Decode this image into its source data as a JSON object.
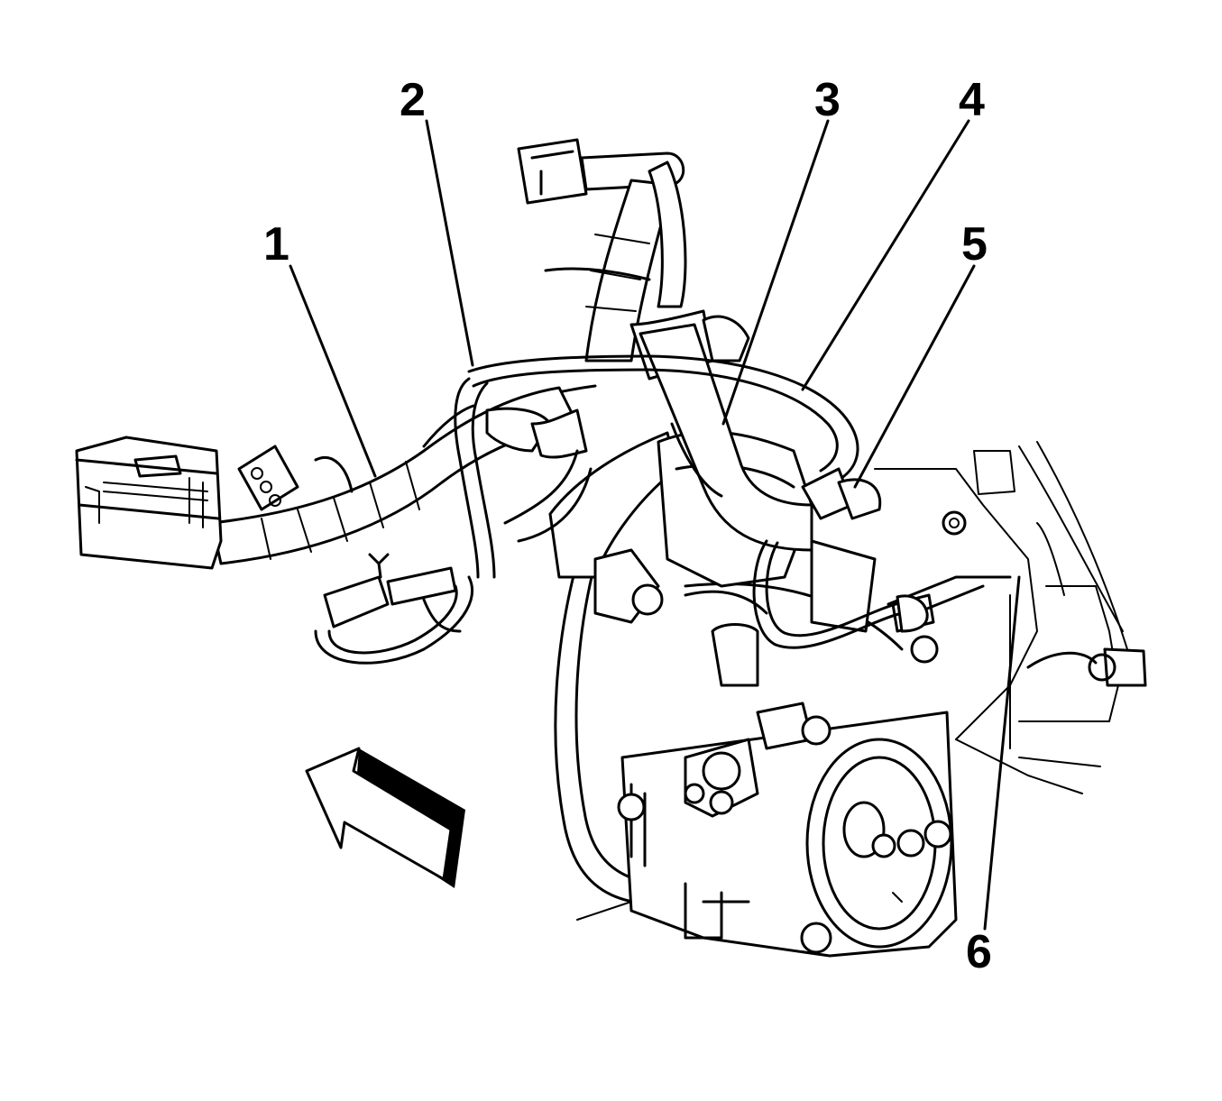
{
  "callouts": [
    {
      "id": "1",
      "label": "1"
    },
    {
      "id": "2",
      "label": "2"
    },
    {
      "id": "3",
      "label": "3"
    },
    {
      "id": "4",
      "label": "4"
    },
    {
      "id": "5",
      "label": "5"
    },
    {
      "id": "6",
      "label": "6"
    }
  ],
  "colors": {
    "line": "#000000",
    "background": "#ffffff"
  },
  "direction_indicator": "arrow-up-left-icon"
}
